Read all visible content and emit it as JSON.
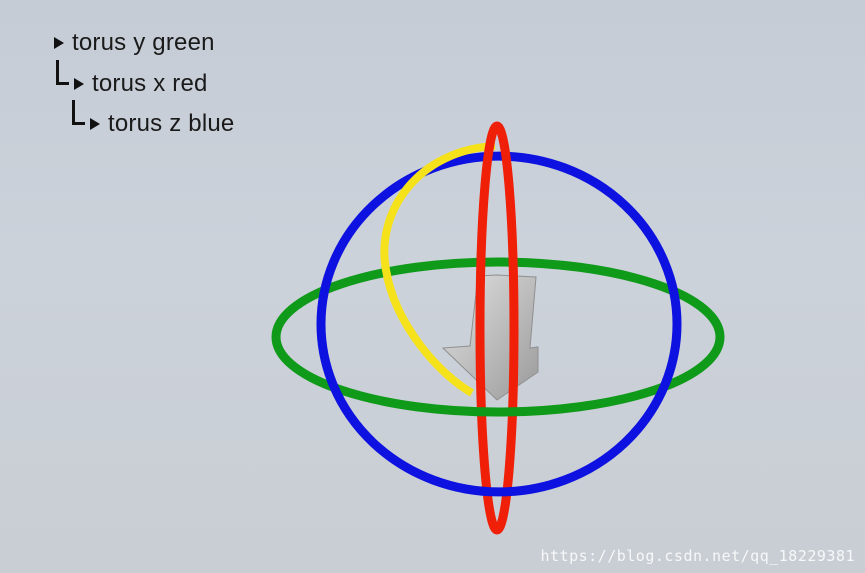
{
  "hierarchy": {
    "items": [
      {
        "label": "torus y green"
      },
      {
        "label": "torus x red"
      },
      {
        "label": "torus z blue"
      }
    ]
  },
  "rings": {
    "green": "#0f9a1a",
    "red": "#ef1f08",
    "blue": "#0e12e0",
    "yellow": "#f6e21a"
  },
  "arrow_color": "#b9b9b9",
  "watermark": "https://blog.csdn.net/qq_18229381"
}
